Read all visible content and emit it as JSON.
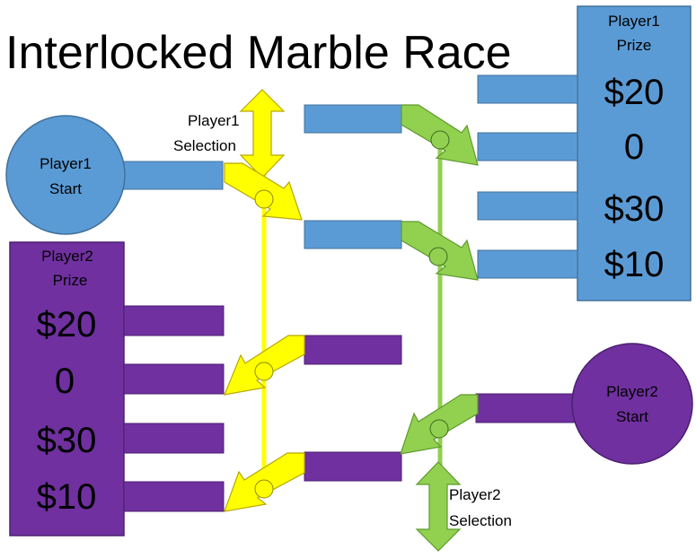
{
  "title": "Interlocked Marble Race",
  "player1": {
    "start_line1": "Player1",
    "start_line2": "Start",
    "selection_line1": "Player1",
    "selection_line2": "Selection",
    "prize_header_line1": "Player1",
    "prize_header_line2": "Prize",
    "prizes": [
      "$20",
      "0",
      "$30",
      "$10"
    ]
  },
  "player2": {
    "start_line1": "Player2",
    "start_line2": "Start",
    "selection_line1": "Player2",
    "selection_line2": "Selection",
    "prize_header_line1": "Player2",
    "prize_header_line2": "Prize",
    "prizes": [
      "$20",
      "0",
      "$30",
      "$10"
    ]
  },
  "colors": {
    "player1_blue": "#5b9bd5",
    "player1_border": "#41719c",
    "player2_purple": "#7030a0",
    "player2_border": "#4b2070",
    "yellow_track": "#ffff00",
    "yellow_border": "#b8a800",
    "green_track": "#92d050",
    "green_border": "#5e9a2e"
  }
}
